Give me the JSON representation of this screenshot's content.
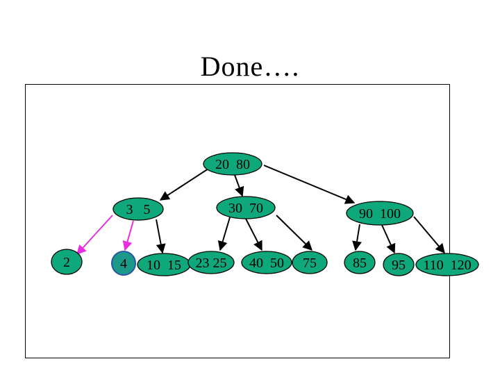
{
  "title": "Done….",
  "colors": {
    "node_fill": "#0ea87a",
    "node_special_fill": "#1b9a8a",
    "edge": "#000000",
    "new_edge": "#e82ee0"
  },
  "nodes": [
    {
      "id": "root",
      "label": "20  80"
    },
    {
      "id": "n-3-5",
      "label": "3   5"
    },
    {
      "id": "n-30-70",
      "label": "30  70"
    },
    {
      "id": "n-90-100",
      "label": "90  100"
    },
    {
      "id": "leaf-2",
      "label": "2"
    },
    {
      "id": "leaf-4",
      "label": "4"
    },
    {
      "id": "leaf-10-15",
      "label": "10  15"
    },
    {
      "id": "leaf-23-25",
      "label": "23 25"
    },
    {
      "id": "leaf-40-50",
      "label": "40  50"
    },
    {
      "id": "leaf-75",
      "label": "75"
    },
    {
      "id": "leaf-85",
      "label": "85"
    },
    {
      "id": "leaf-95",
      "label": "95"
    },
    {
      "id": "leaf-110-120",
      "label": "110  120"
    }
  ],
  "edges": [
    {
      "from": "root",
      "to": "n-3-5"
    },
    {
      "from": "root",
      "to": "n-30-70"
    },
    {
      "from": "root",
      "to": "n-90-100"
    },
    {
      "from": "n-3-5",
      "to": "leaf-2",
      "style": "new"
    },
    {
      "from": "n-3-5",
      "to": "leaf-4",
      "style": "new"
    },
    {
      "from": "n-3-5",
      "to": "leaf-10-15"
    },
    {
      "from": "n-30-70",
      "to": "leaf-23-25"
    },
    {
      "from": "n-30-70",
      "to": "leaf-40-50"
    },
    {
      "from": "n-30-70",
      "to": "leaf-75"
    },
    {
      "from": "n-90-100",
      "to": "leaf-85"
    },
    {
      "from": "n-90-100",
      "to": "leaf-95"
    },
    {
      "from": "n-90-100",
      "to": "leaf-110-120"
    }
  ]
}
